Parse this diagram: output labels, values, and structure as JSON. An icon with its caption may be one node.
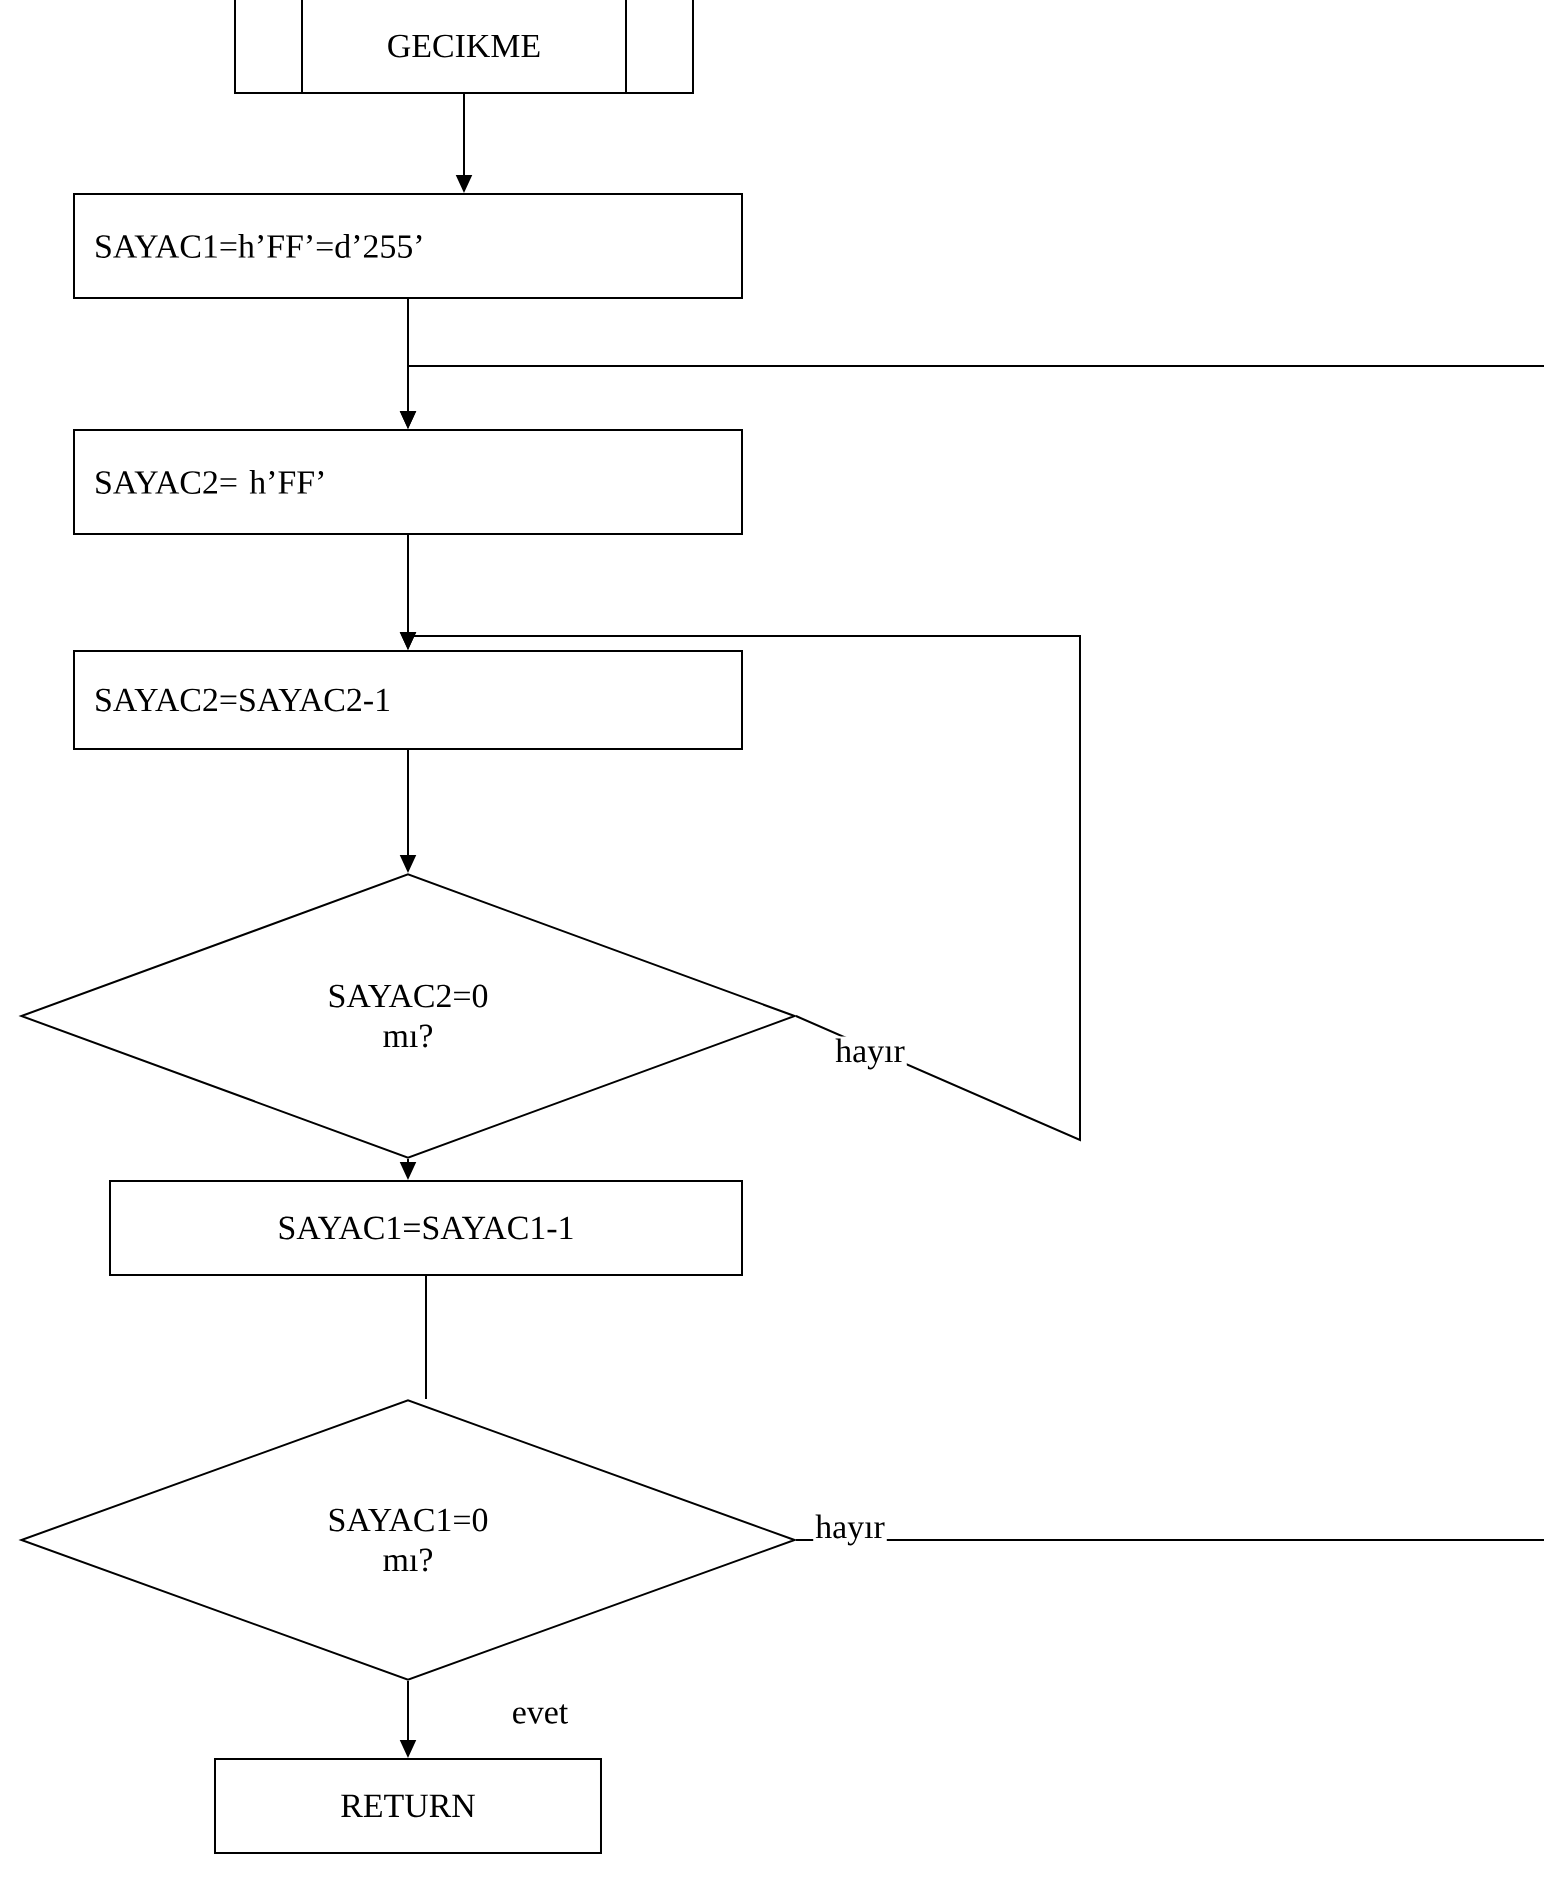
{
  "diagram": {
    "nodes": [
      {
        "text": [
          "GECIKME"
        ]
      },
      {
        "text": [
          "SAYAC1=h’FF’=d’255’"
        ]
      },
      {
        "text": [
          "SAYAC2= h’FF’"
        ]
      },
      {
        "text": [
          "SAYAC2=SAYAC2-1"
        ]
      },
      {
        "text": [
          "SAYAC2=0 mı?"
        ]
      },
      {
        "text": [
          "SAYAC1=SAYAC1-1"
        ]
      },
      {
        "text": [
          "SAYAC1=0 mı?"
        ]
      },
      {
        "text": [
          "RETURN"
        ]
      }
    ],
    "edges": [
      {
        "from": 0,
        "to": 1,
        "arrow": "to"
      },
      {
        "from": 1,
        "to": 2,
        "arrow": "to"
      },
      {
        "from": 2,
        "to": 3,
        "arrow": "to"
      },
      {
        "from": 3,
        "to": 4,
        "arrow": "to"
      },
      {
        "from": 4,
        "to": 3,
        "arrow": "to",
        "label": "hayır"
      },
      {
        "from": 4,
        "to": 5,
        "arrow": "to"
      },
      {
        "from": 5,
        "to": 6,
        "arrow": "none"
      },
      {
        "from": 6,
        "to": 7,
        "arrow": "to",
        "label": "evet"
      },
      {
        "from": 6,
        "to": 2,
        "arrow": "to",
        "label": "hayır"
      }
    ]
  }
}
